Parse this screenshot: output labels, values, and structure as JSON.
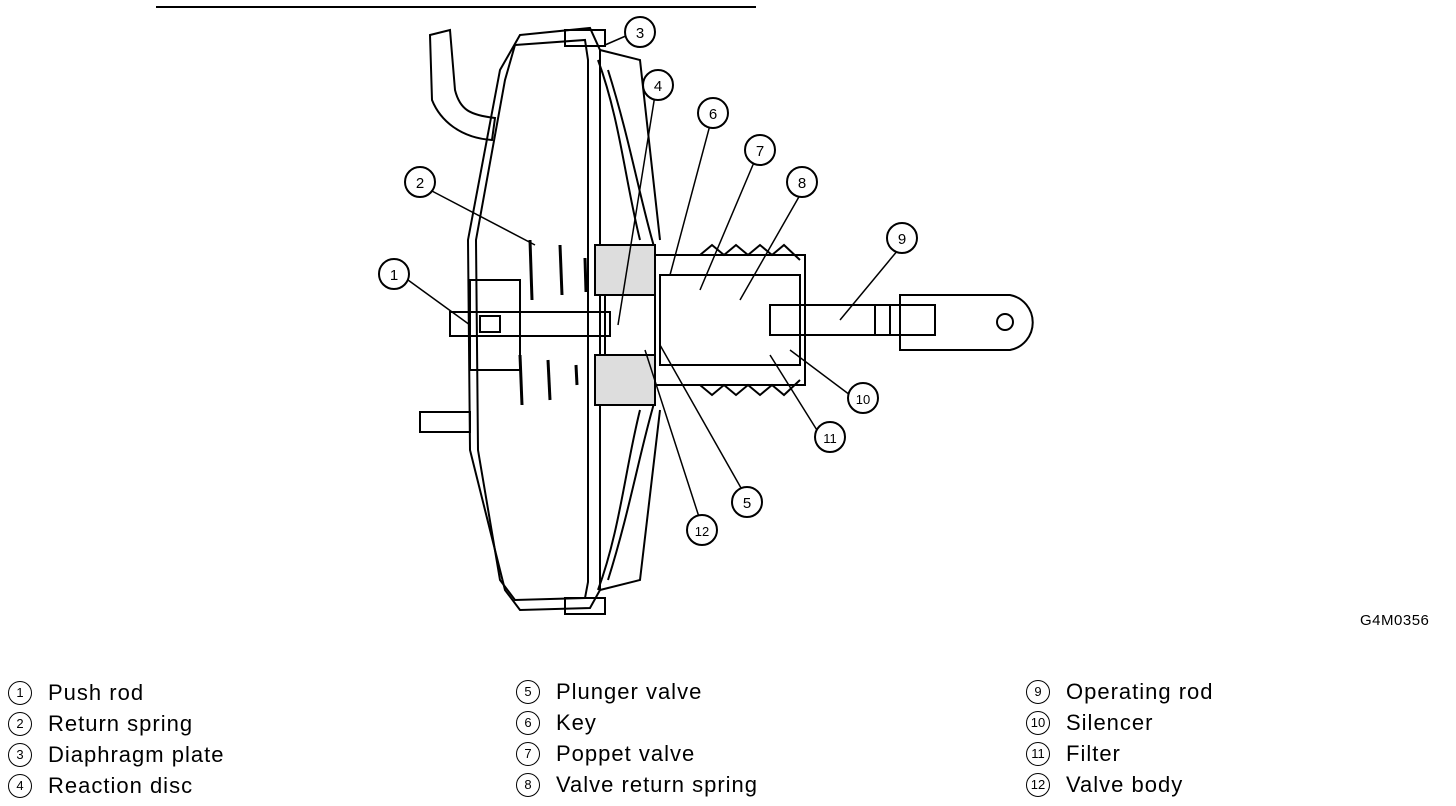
{
  "figure_code": "G4M0356",
  "callouts": [
    "1",
    "2",
    "3",
    "4",
    "5",
    "6",
    "7",
    "8",
    "9",
    "10",
    "11",
    "12"
  ],
  "legend": {
    "col1": [
      {
        "num": "1",
        "label": "Push rod"
      },
      {
        "num": "2",
        "label": "Return spring"
      },
      {
        "num": "3",
        "label": "Diaphragm plate"
      },
      {
        "num": "4",
        "label": "Reaction disc"
      }
    ],
    "col2": [
      {
        "num": "5",
        "label": "Plunger valve"
      },
      {
        "num": "6",
        "label": "Key"
      },
      {
        "num": "7",
        "label": "Poppet valve"
      },
      {
        "num": "8",
        "label": "Valve return spring"
      }
    ],
    "col3": [
      {
        "num": "9",
        "label": "Operating rod"
      },
      {
        "num": "10",
        "label": "Silencer"
      },
      {
        "num": "11",
        "label": "Filter"
      },
      {
        "num": "12",
        "label": "Valve body"
      }
    ]
  }
}
